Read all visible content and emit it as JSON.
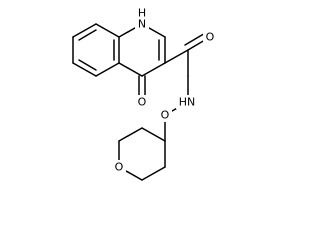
{
  "molecule": {
    "atoms": {
      "ring_nh": "H",
      "ring_n": "N",
      "keto_o": "O",
      "amide_o": "O",
      "amide_nh": "HN",
      "linker_o": "O",
      "ring_o": "O"
    }
  }
}
